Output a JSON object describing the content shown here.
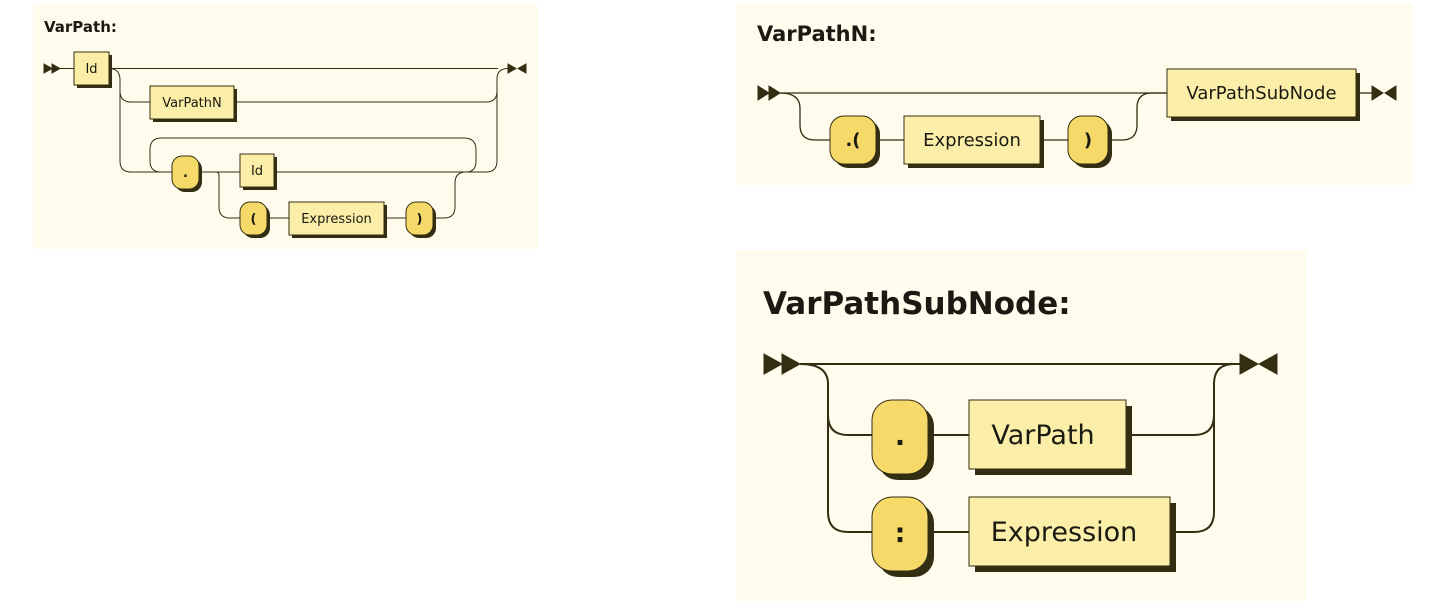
{
  "diagrams": {
    "varpath": {
      "title": "VarPath:",
      "nodes": {
        "id1": "Id",
        "varpathn": "VarPathN",
        "dot": ".",
        "id2": "Id",
        "lparen": "(",
        "expression": "Expression",
        "rparen": ")"
      }
    },
    "varpathn": {
      "title": "VarPathN:",
      "nodes": {
        "dotparen": ".(",
        "expression": "Expression",
        "rparen": ")",
        "subnode": "VarPathSubNode"
      }
    },
    "varpathsubnode": {
      "title": "VarPathSubNode:",
      "nodes": {
        "dot": ".",
        "varpath": "VarPath",
        "colon": ":",
        "expression": "Expression"
      }
    }
  },
  "colors": {
    "panel_background": "#fffcee",
    "terminal_fill": "#f5da6a",
    "nonterminal_fill": "#fbeea8",
    "line": "#332e11"
  }
}
